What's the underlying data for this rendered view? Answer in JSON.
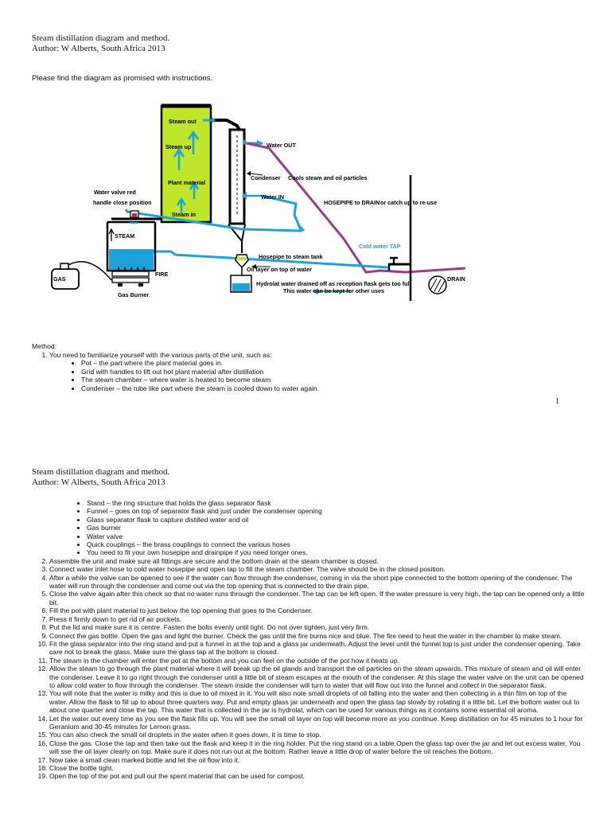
{
  "page1": {
    "header_title": "Steam distillation diagram and method.",
    "header_author": "Author: W Alberts, South Africa 2013",
    "intro": "Please find the diagram as promised with instructions.",
    "page_number": "1"
  },
  "diagram": {
    "labels": {
      "steam_out": "Steam out",
      "steam_up": "Steam up",
      "plant_material": "Plant material",
      "steam_in": "Steam in",
      "water_valve": "Water valve red",
      "water_valve2": "handle close position",
      "steam": "STEAM",
      "water": "WATER",
      "gas": "GAS",
      "fire": "FIRE",
      "gas_burner": "Gas Burner",
      "water_out": "Water OUT",
      "condenser": "Condenser",
      "condenser_desc": "Cools steam and oil particles",
      "water_in": "Water IN",
      "hosepipe_drain": "HOSEPIPE to DRAIN",
      "catch_up": "or catch up to re-use",
      "cold_water_tap": "Cold water TAP",
      "hosepipe_tank": "Hosepipe to steam tank",
      "oil_layer": "Oil layer on top of water",
      "hydrolat": "Hydrolat water drained off as reception flask gets too full",
      "kept": "This water can be kept for other uses",
      "drain": "DRAIN"
    },
    "colors": {
      "green": "#bfe62a",
      "blue": "#1fa2dc",
      "purple": "#9b3d8c",
      "black": "#000000"
    }
  },
  "method": {
    "heading": "Method:",
    "step1": "You need to familiarize yourself with the various parts of the unit, such as:",
    "parts_page1": [
      "Pot – the part where the plant material goes in.",
      "Grid with handles to lift out hot plant material after distillation",
      "The steam chamber – where water is heated to become steam",
      "Condenser – the tube like part where the steam is cooled down to water again."
    ]
  },
  "page2": {
    "header_title": "Steam distillation diagram and method.",
    "header_author": "Author: W Alberts, South Africa 2013",
    "parts_page2": [
      "Stand – the ring structure that holds the glass separator flask",
      "Funnel – goes on top of separator flask and just under the condenser opening",
      "Glass separator flask to capture distilled water and oil",
      "Gas burner",
      "Water valve",
      "Quick couplings – the brass couplings to connect the various hoses",
      "You need to fit your own hosepipe and drainpipe if you need longer ones."
    ],
    "steps": [
      "Assemble the unit and make sure all fittings are secure and the bottom drain at the steam chamber is closed.",
      "Connect water inlet hose to cold water hosepipe and open tap to fill the steam chamber. The valve should be in the closed position.",
      "After a while the valve can be opened to see if the water can flow through the condenser, coming in via the short pipe connected to the bottom opening of the condenser. The water will run through the condenser and come out via the top opening that is connected to the drain pipe.",
      "Close the valve again after this check so that no water runs through the condenser. The tap can be left open. If the water pressure is very high, the tap can be opened only a little bit.",
      "Fill the pot with plant material to just below the top opening that goes to the Condenser.",
      "Press it firmly down to get rid of air pockets.",
      "Put the lid and make sure it is centre. Fasten the bolts evenly until tight. Do not over tighten, just very firm.",
      "Connect the gas bottle. Open the gas and light the burner. Check the gas until the fire burns nice and blue. The fire need to heat the water in the chamber to make steam.",
      "Fit the glass separator into the ring stand and put a funnel in at the top and a glass jar underneath. Adjust the level until the funnel top is just under the condenser opening. Take care not to break the glass. Make sure the glass tap at the bottom is closed.",
      "The steam in the chamber will enter the pot at the bottom and you can feel on the outside of the pot how it heats up.",
      "Allow the steam to go through the plant material where it will break up the oil glands and transport the oil particles on the steam upwards. This mixture of steam and oil will enter the condenser. Leave it to go right through the condenser until a little bit of steam escapes at the mouth of the condenser. At this stage the water valve on the unit can be opened to allow cold water to flow through the condenser. The steam inside the condenser will turn to water that will flow out into the funnel and collect in the separator flask.",
      "You will note that the water is milky and this is due to oil mixed in it. You will also note small droplets of oil falling into the water and then collecting in a thin film on top of the water. Allow the flask to fill up to about three quarters way. Put and empty glass jar underneath and open the glass tap slowly by rotating it a little bit. Let the bottom water out to about one quarter and close the tap. This water that is collected in the jar is hydrolat, which can be used for various things as it contains some essential oil aroma.",
      "Let the water out every time as you see the flask fills up. You will see the small oil layer on top will become more as you continue. Keep distillation on for 45 minutes to 1 hour for Geranium and 30-45 minutes for Lemon grass.",
      "You can also check the small oil droplets in the water when it goes down, it is time to stop.",
      "Close the gas. Close the tap and then take out the flask and keep it in the ring holder. Put the ring stand on a table.Open the glass tap over the jar and let out excess water. You will sse the oil layer clearly on top. Make sure it does not run out at the bottom. Rather leave a little drop of water before the oil reaches the bottom.",
      "Now take a small clean marked bottle and let the oil flow into it.",
      "Close the bottle tight.",
      "Open the top of the pot and pull out the spent material that can be used for compost."
    ]
  }
}
